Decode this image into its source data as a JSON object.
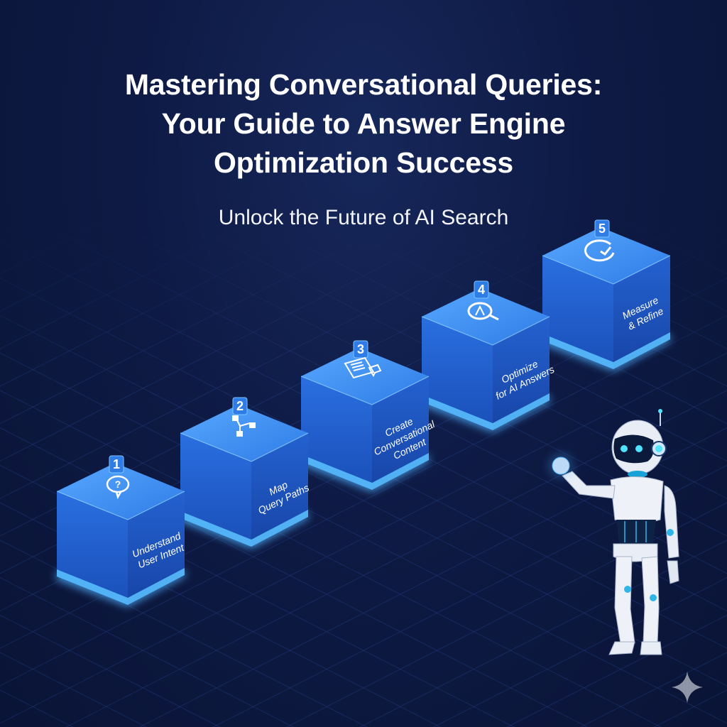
{
  "header": {
    "title_lines": [
      "Mastering Conversational Queries:",
      "Your Guide to Answer Engine",
      "Optimization Success"
    ],
    "subtitle": "Unlock the Future of AI Search"
  },
  "steps": [
    {
      "number": "1",
      "label_lines": [
        "Understand",
        "User Intent"
      ],
      "icon": "question-chat-bubble-icon"
    },
    {
      "number": "2",
      "label_lines": [
        "Map",
        "Query Paths"
      ],
      "icon": "flowchart-hierarchy-icon"
    },
    {
      "number": "3",
      "label_lines": [
        "Create",
        "Conversational",
        "Content"
      ],
      "icon": "document-chat-icon"
    },
    {
      "number": "4",
      "label_lines": [
        "Optimize",
        "for AI Answers"
      ],
      "icon": "ai-magnify-icon"
    },
    {
      "number": "5",
      "label_lines": [
        "Measure",
        "& Refine"
      ],
      "icon": "refresh-check-icon"
    }
  ],
  "illustration": {
    "figure": "robot-pointing"
  },
  "watermark": {
    "icon": "sparkle-icon"
  },
  "colors": {
    "background": "#0e1a44",
    "cube_front": "#1f5bc8",
    "cube_top": "#3c8ff0",
    "glow": "#4fb3ff",
    "text": "#ffffff"
  }
}
